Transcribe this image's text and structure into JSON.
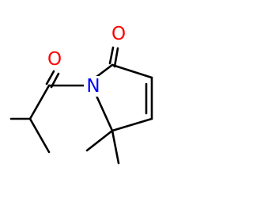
{
  "molecule": {
    "atoms": {
      "oxygen_ketone": {
        "symbol": "O",
        "color": "#ff0000"
      },
      "oxygen_amide": {
        "symbol": "O",
        "color": "#ff0000"
      },
      "nitrogen": {
        "symbol": "N",
        "color": "#0000ff"
      }
    }
  }
}
